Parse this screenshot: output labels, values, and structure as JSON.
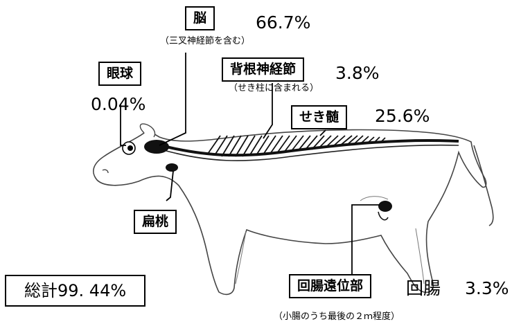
{
  "labels": {
    "brain": {
      "name": "脳",
      "percent": "66.7%",
      "note": "（三叉神経節を含む）"
    },
    "drg": {
      "name": "背根神経節",
      "percent": "3.8%",
      "note": "（せき柱に含まれる）"
    },
    "eye": {
      "name": "眼球",
      "percent": "0.04%"
    },
    "spinal_cord": {
      "name": "せき髄",
      "percent": "25.6%"
    },
    "tonsil": {
      "name": "扁桃"
    },
    "ileum": {
      "name": "回腸遠位部",
      "prefix": "回腸",
      "percent": "3.3%",
      "note": "（小腸のうち最後の２ｍ程度）"
    }
  },
  "total": {
    "label": "総計99. 44%"
  }
}
